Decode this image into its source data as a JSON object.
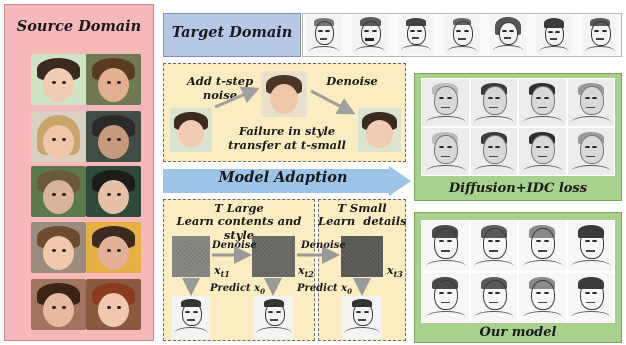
{
  "source": {
    "title": "Source Domain"
  },
  "target": {
    "title": "Target Domain"
  },
  "process": {
    "add_noise": "Add t-step noise",
    "denoise": "Denoise",
    "failure": "Failure in style transfer at t-small"
  },
  "adaption": {
    "label": "Model Adaption"
  },
  "large": {
    "title": "T Large",
    "subtitle": "Learn contents and style",
    "denoise": "Denoise",
    "predict": "Predict",
    "x_t1": "x",
    "x_t1_sub": "t1",
    "x_t2": "x",
    "x_t2_sub": "t2",
    "x0": "x",
    "x0_sub": "0"
  },
  "small": {
    "title": "T Small",
    "subtitle": "Learn  details",
    "denoise": "Denoise",
    "predict": "Predict",
    "x_t3": "x",
    "x_t3_sub": "t3",
    "x0": "x",
    "x0_sub": "0"
  },
  "results": {
    "diffusion_label": "Diffusion+IDC loss",
    "our_label": "Our model"
  },
  "colors": {
    "source_bg": "#f6b8b8",
    "target_bg": "#b7c7e6",
    "process_bg": "#fbecc2",
    "arrow": "#9dc3e6",
    "result_bg": "#a9d18e"
  }
}
